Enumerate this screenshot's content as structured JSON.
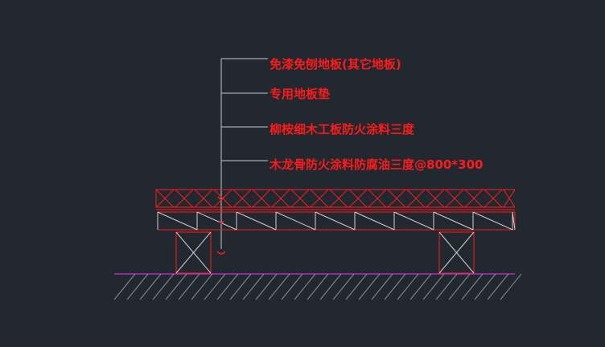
{
  "drawing": {
    "background_color": "#212830",
    "annotation_color": "#ff1a1a",
    "leader_color": "#c8c8c8",
    "floor_line_color": "#b030b0",
    "hatch_color": "#8a8a8a",
    "labels": [
      "免漆免刨地板(其它地板)",
      "专用地板垫",
      "柳桉细木工板防火涂料三度",
      "木龙骨防火涂料防腐油三度@800*300"
    ]
  }
}
